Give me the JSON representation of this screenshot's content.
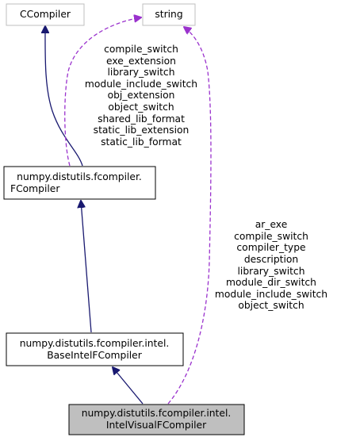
{
  "nodes": {
    "ccompiler": {
      "label": "CCompiler"
    },
    "string": {
      "label": "string"
    },
    "fcompiler": {
      "lines": [
        "numpy.distutils.fcompiler.",
        "FCompiler"
      ]
    },
    "base_intel": {
      "lines": [
        "numpy.distutils.fcompiler.intel.",
        "BaseIntelFCompiler"
      ]
    },
    "intel_visual": {
      "lines": [
        "numpy.distutils.fcompiler.intel.",
        "IntelVisualFCompiler"
      ]
    }
  },
  "edge_labels": {
    "string_to_fcompiler": [
      "compile_switch",
      "exe_extension",
      "library_switch",
      "module_include_switch",
      "obj_extension",
      "object_switch",
      "shared_lib_format",
      "static_lib_extension",
      "static_lib_format"
    ],
    "string_to_intel_visual": [
      "ar_exe",
      "compile_switch",
      "compiler_type",
      "description",
      "library_switch",
      "module_dir_switch",
      "module_include_switch",
      "object_switch"
    ]
  },
  "colors": {
    "inheritance_edge": "#191970",
    "usage_edge": "#9a32cd",
    "external_node_border": "#bfbfbf",
    "node_border": "#000000",
    "highlight_fill": "#bfbfbf"
  }
}
